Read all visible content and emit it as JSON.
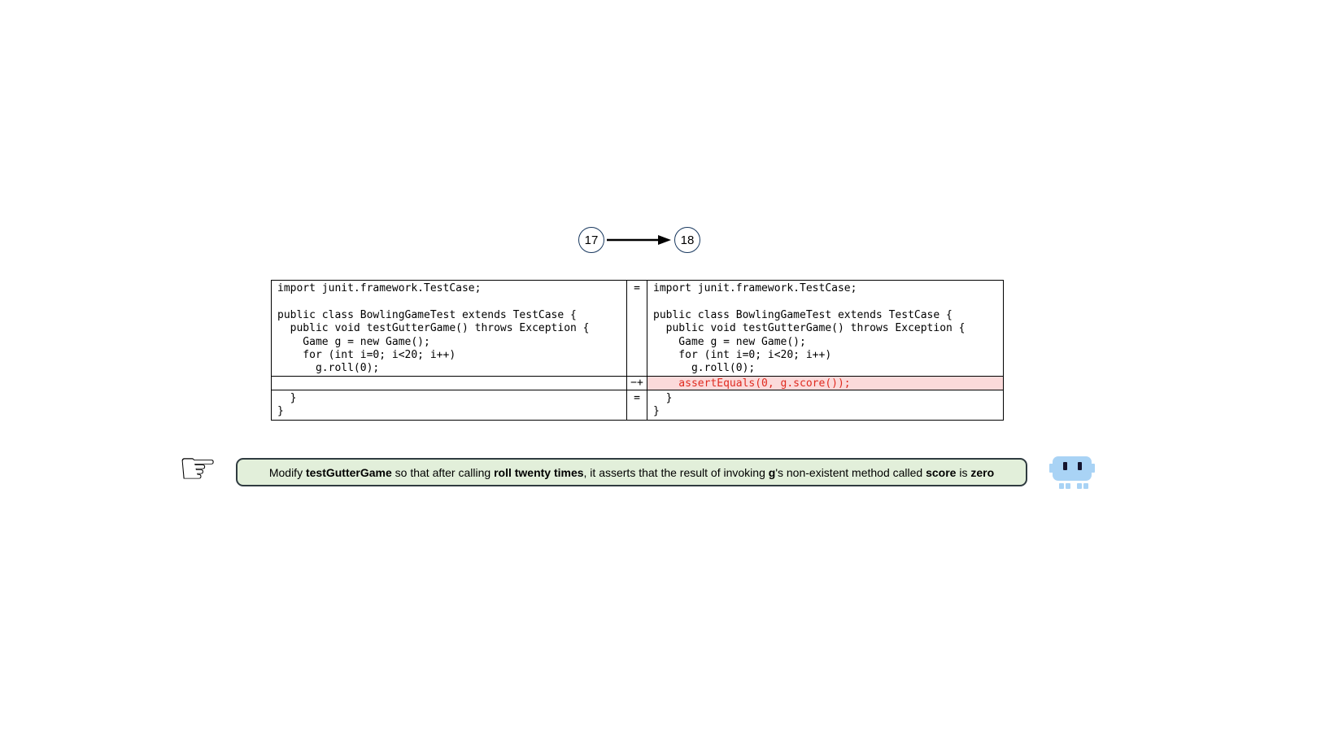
{
  "transition": {
    "from": "17",
    "to": "18"
  },
  "diff": {
    "left": {
      "block1": [
        "import junit.framework.TestCase;",
        "",
        "public class BowlingGameTest extends TestCase {",
        "  public void testGutterGame() throws Exception {",
        "    Game g = new Game();",
        "    for (int i=0; i<20; i++)",
        "      g.roll(0);"
      ],
      "changed": "",
      "block2": [
        "  }",
        "}"
      ]
    },
    "markers": {
      "top": "=",
      "middle": "−+",
      "bottom": "="
    },
    "right": {
      "block1": [
        "import junit.framework.TestCase;",
        "",
        "public class BowlingGameTest extends TestCase {",
        "  public void testGutterGame() throws Exception {",
        "    Game g = new Game();",
        "    for (int i=0; i<20; i++)",
        "      g.roll(0);"
      ],
      "changed": "    assertEquals(0, g.score());",
      "block2": [
        "  }",
        "}"
      ]
    }
  },
  "instruction": {
    "pointer_glyph": "☞",
    "segments": [
      {
        "text": "Modify ",
        "bold": false
      },
      {
        "text": "testGutterGame",
        "bold": true
      },
      {
        "text": " so that after calling ",
        "bold": false
      },
      {
        "text": "roll twenty times",
        "bold": true
      },
      {
        "text": ", it asserts that the result of invoking ",
        "bold": false
      },
      {
        "text": "g",
        "bold": true
      },
      {
        "text": "'s non-existent method called ",
        "bold": false
      },
      {
        "text": "score",
        "bold": true
      },
      {
        "text": " is ",
        "bold": false
      },
      {
        "text": "zero",
        "bold": true
      }
    ]
  },
  "icons": {
    "pointer": "pointing-hand-icon",
    "robot": "robot-face-icon",
    "arrow": "right-arrow-icon"
  },
  "colors": {
    "changed-bg": "#fbdada",
    "changed-text": "#e02b20",
    "box-bg": "#e2efda",
    "box-border": "#2f3b40",
    "robot-blue": "#a9d3f5",
    "circle-border": "#17375e"
  }
}
